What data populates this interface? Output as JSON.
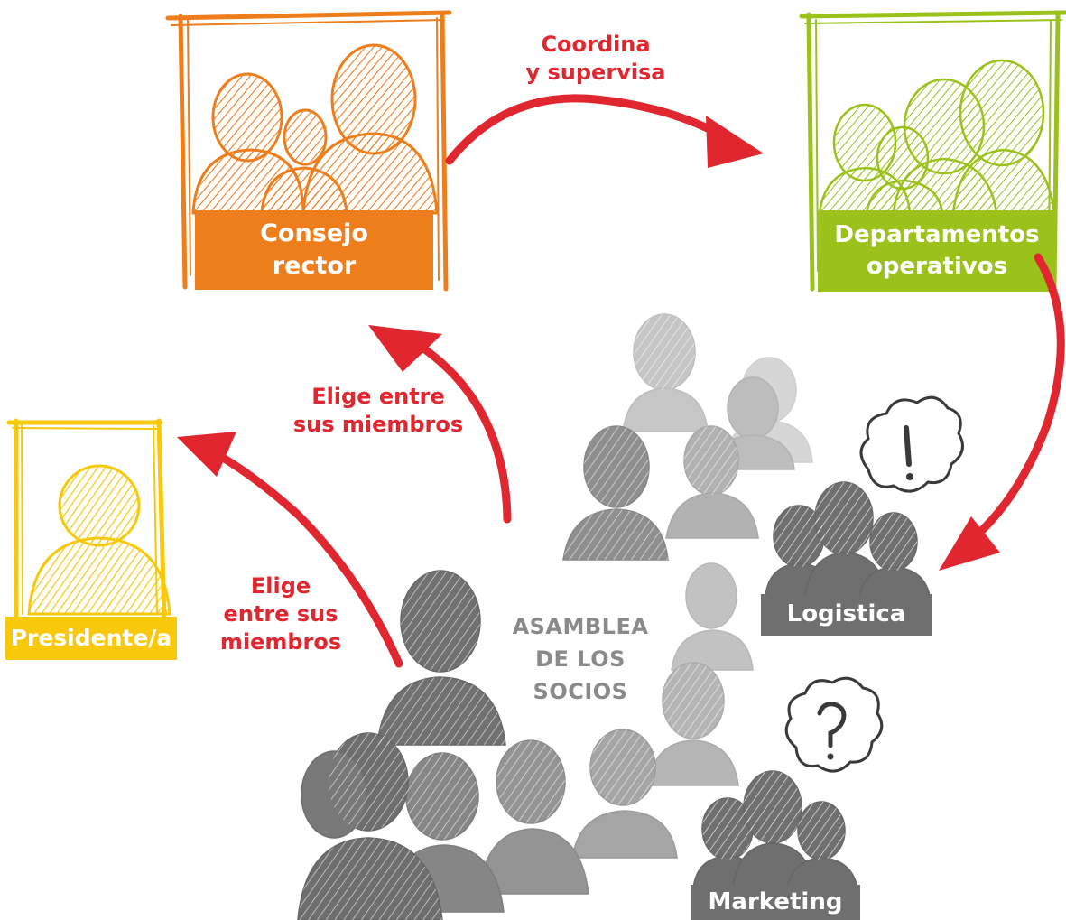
{
  "nodes": {
    "council": {
      "line1": "Consejo",
      "line2": "rector",
      "color": "#ee7d1c"
    },
    "departments": {
      "line1": "Departamentos",
      "line2": "operativos",
      "color": "#9ac21b"
    },
    "president": {
      "label": "Presidente/a",
      "color": "#f8c80a"
    },
    "assembly": {
      "line1": "ASAMBLEA",
      "line2": "DE LOS",
      "line3": "SOCIOS"
    },
    "logistics": {
      "label": "Logistica",
      "icon": "exclamation-cloud-icon"
    },
    "marketing": {
      "label": "Marketing",
      "icon": "question-cloud-icon"
    }
  },
  "arrows": {
    "coordinates": {
      "line1": "Coordina",
      "line2": "y supervisa"
    },
    "elects_council": {
      "line1": "Elige entre",
      "line2": "sus miembros"
    },
    "elects_president": {
      "line1": "Elige",
      "line2": "entre sus",
      "line3": "miembros"
    }
  },
  "colors": {
    "arrow": "#e0272f",
    "dark_gray": "#6f6f6f",
    "mid_gray": "#9a9a9a",
    "light_gray": "#c4c4c4"
  }
}
